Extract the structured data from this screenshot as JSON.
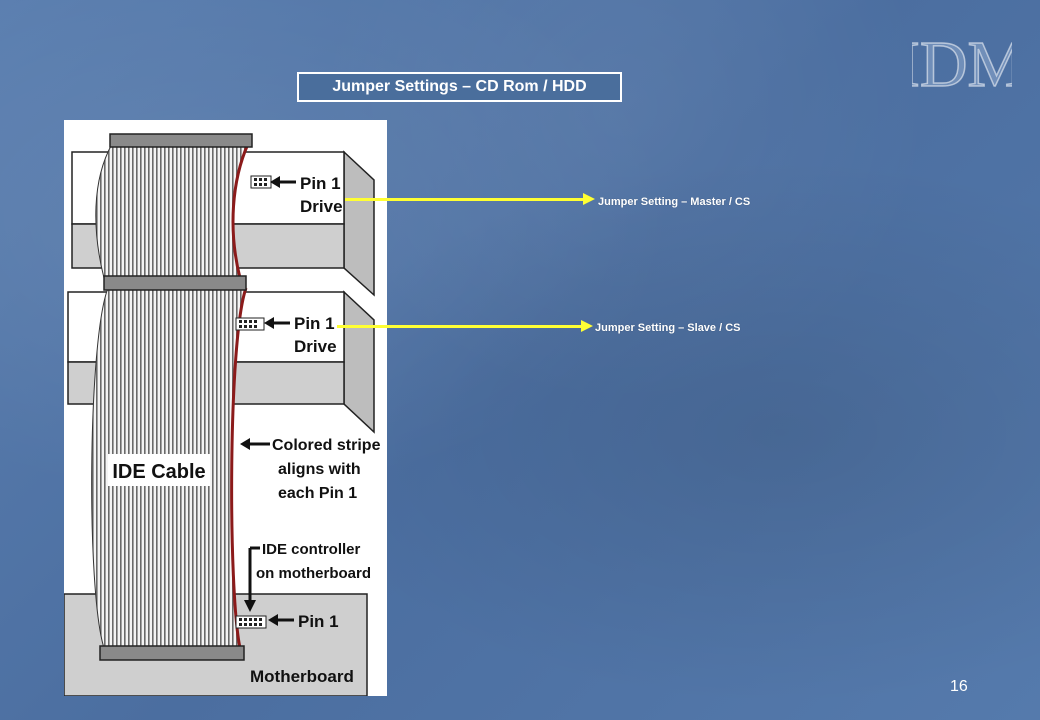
{
  "logo": {
    "text": "IDM"
  },
  "slide": {
    "title": "Jumper Settings – CD Rom / HDD",
    "page_number": "16"
  },
  "callouts": [
    {
      "label": "Jumper Setting – Master / CS"
    },
    {
      "label": "Jumper Setting – Slave / CS"
    }
  ],
  "diagram": {
    "pin_label": "Pin 1",
    "drive_label": "Drive",
    "cable_label": "IDE Cable",
    "stripe_line1": "Colored stripe",
    "stripe_line2": "aligns with",
    "stripe_line3": "each Pin 1",
    "controller_line1": "IDE controller",
    "controller_line2": "on motherboard",
    "motherboard_label": "Motherboard"
  },
  "colors": {
    "background": "#4f74a6",
    "callout": "#ffff33",
    "stripe": "#8b1a1a"
  }
}
